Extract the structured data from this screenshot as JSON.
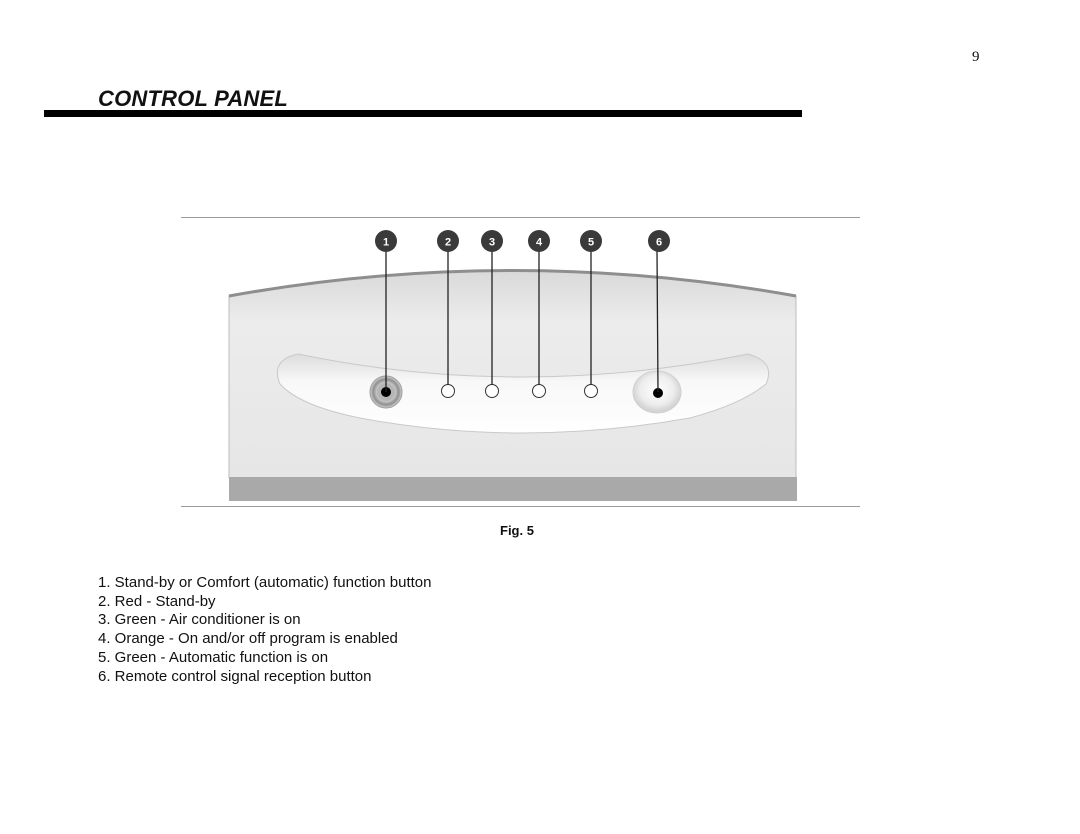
{
  "page": {
    "number": "9",
    "title": "CONTROL PANEL"
  },
  "figure": {
    "caption": "Fig. 5",
    "callouts": [
      {
        "label": "1",
        "target": "standby-comfort-button"
      },
      {
        "label": "2",
        "target": "red-led"
      },
      {
        "label": "3",
        "target": "green-led"
      },
      {
        "label": "4",
        "target": "orange-led"
      },
      {
        "label": "5",
        "target": "green-led"
      },
      {
        "label": "6",
        "target": "remote-receiver-button"
      }
    ],
    "colors": {
      "panel": "#e9e9e9",
      "panel_band": "#a9a9a9",
      "recess": "#f7f7f7",
      "callout_badge": "#3a3a3a"
    }
  },
  "legend": {
    "items": [
      "1. Stand-by or Comfort (automatic) function button",
      "2. Red - Stand-by",
      "3. Green - Air conditioner is on",
      "4. Orange - On and/or off program is enabled",
      "5. Green - Automatic function is on",
      "6. Remote control signal reception button"
    ]
  }
}
